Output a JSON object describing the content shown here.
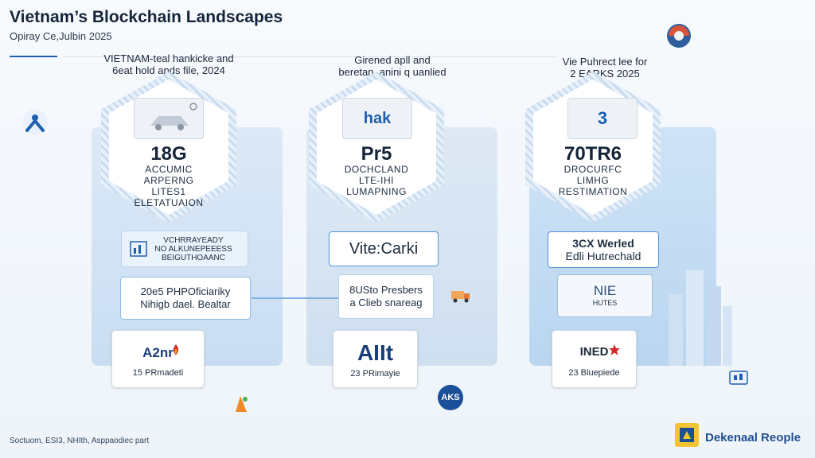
{
  "header": {
    "title": "Vietnam’s Blockchain Landscapes",
    "subtitle": "Opiray Ce,Julbin 2025"
  },
  "columns": [
    {
      "heading": [
        "VIETNAM-teal hankicke and",
        "6eat hold ands file, 2024"
      ],
      "badge_value": "18G",
      "badge_lines": [
        "ACCUMIC",
        "ARPERNG",
        "LITES1",
        "ELETATUAION"
      ],
      "info_card_lines": [
        "VCHRRAYEADY",
        "NO ALKUNEPEEESS",
        "BEIGUTHOAANC"
      ],
      "stat_card_lines": [
        "20e5 PHPOficiariky",
        "Nihigb dael. Bealtar"
      ],
      "logo_name": "A2nr",
      "logo_sub": "15 PRmadeti"
    },
    {
      "heading": [
        "Girened apll and",
        "beretan, anini q uanlied"
      ],
      "badge_icon_text": "hak",
      "badge_value": "Pr5",
      "badge_lines": [
        "DOCHCLAND",
        "LTE-IHI",
        "LUMAPNING"
      ],
      "info_card_lines": [
        "Vite:Carki"
      ],
      "stat_card_lines": [
        "8USto Presbers",
        "a Clieb snareag"
      ],
      "logo_name": "AIIt",
      "logo_sub": "23 PRimayie"
    },
    {
      "heading": [
        "Vie Puhrect lee for",
        "2 EARKS 2025"
      ],
      "badge_icon_text": "3",
      "badge_value": "70TR6",
      "badge_lines": [
        "DROCURFC",
        "LIMHG",
        "RESTIMATION"
      ],
      "info_card_lines": [
        "3CX Werled",
        "Edli Hutrechald"
      ],
      "stat_card_lines": [
        "NIE",
        "HUTES"
      ],
      "logo_name": "INED",
      "logo_sub": "23 Bluepiede"
    }
  ],
  "center_badge": "AKS",
  "footer": {
    "source": "Soctuom, ESI3, NHIth, Asppaodiec part"
  },
  "brand": {
    "name": "Dekenaal Reople"
  },
  "colors": {
    "accent": "#1f5fb0",
    "panel_blue": "#c9ddf2",
    "card_border": "#4f93d8",
    "logo_red": "#d62828",
    "logo_yellow": "#f4b400"
  }
}
